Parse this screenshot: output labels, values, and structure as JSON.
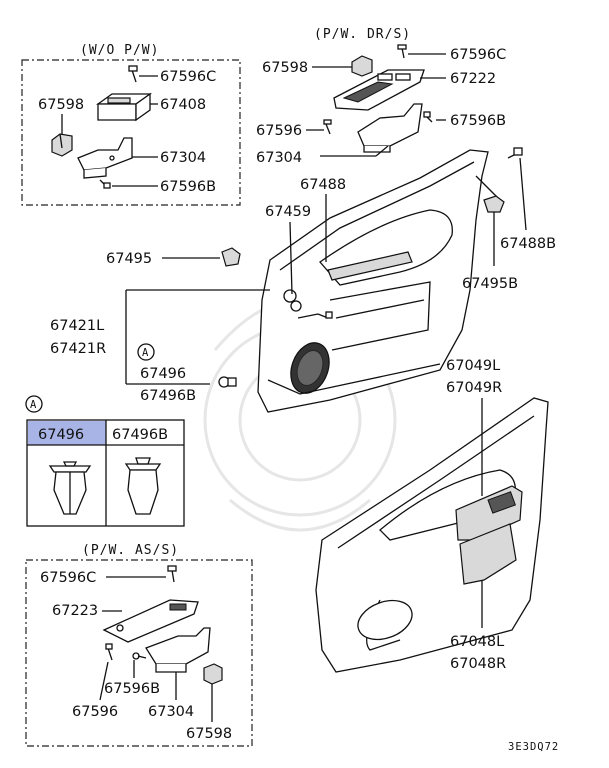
{
  "sections": {
    "wo_pw": "(W/O P/W)",
    "pw_dr": "(P/W. DR/S)",
    "pw_as": "(P/W. AS/S)"
  },
  "labels": {
    "l_67596C_a": "67596C",
    "l_67598_a": "67598",
    "l_67408": "67408",
    "l_67304_a": "67304",
    "l_67596B_a": "67596B",
    "l_67598_b": "67598",
    "l_67596C_b": "67596C",
    "l_67222": "67222",
    "l_67596_b": "67596",
    "l_67596B_b": "67596B",
    "l_67304_b": "67304",
    "l_67488": "67488",
    "l_67459": "67459",
    "l_67488B": "67488B",
    "l_67495": "67495",
    "l_67495B": "67495B",
    "l_67421L": "67421L",
    "l_67421R": "67421R",
    "l_67496": "67496",
    "l_67496B": "67496B",
    "l_67049L": "67049L",
    "l_67049R": "67049R",
    "l_67048L": "67048L",
    "l_67048R": "67048R",
    "l_67596C_c": "67596C",
    "l_67223": "67223",
    "l_67596B_c": "67596B",
    "l_67596_c": "67596",
    "l_67304_c": "67304",
    "l_67598_c": "67598"
  },
  "callout": "A",
  "table": {
    "col1": "67496",
    "col2": "67496B"
  },
  "code": "3E3DQ72",
  "colors": {
    "highlight": "#a9b4e6",
    "ink": "#111111"
  }
}
